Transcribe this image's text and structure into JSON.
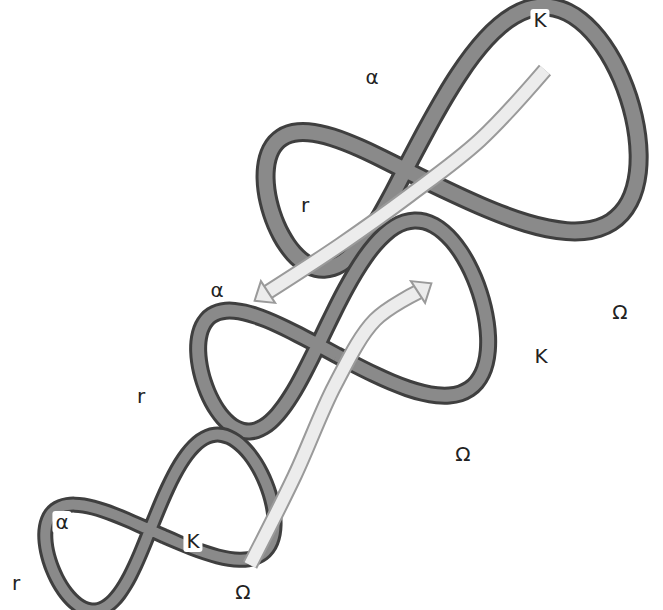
{
  "diagram": {
    "labels": [
      "K",
      "α",
      "r",
      "α",
      "Ω",
      "K",
      "r",
      "Ω",
      "α",
      "K",
      "r",
      "Ω"
    ]
  }
}
